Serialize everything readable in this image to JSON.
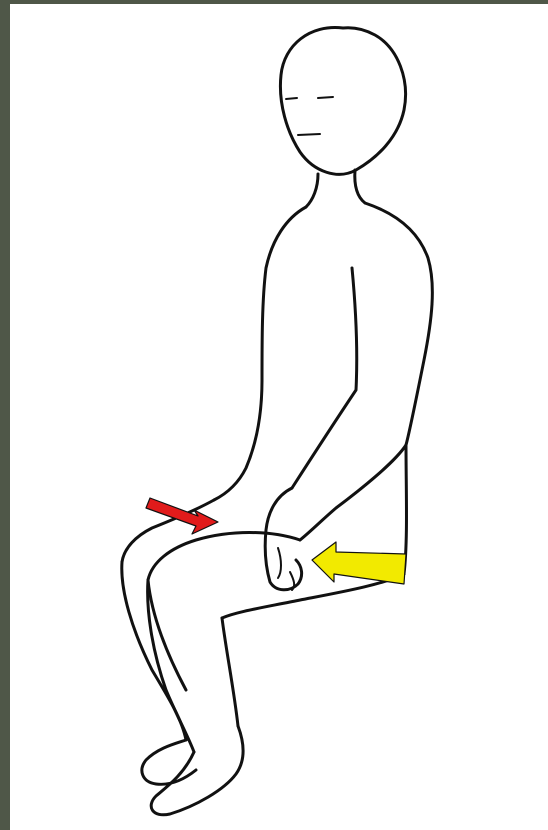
{
  "frame": {
    "border_color": "#4f5748",
    "background_color": "#ffffff"
  },
  "illustration": {
    "subject": "seated-person-line-drawing",
    "line_color": "#111111"
  },
  "arrows": [
    {
      "name": "red-arrow",
      "color": "#e11b1b",
      "direction": "down-right"
    },
    {
      "name": "yellow-arrow",
      "color": "#f2ea00",
      "direction": "left"
    }
  ]
}
